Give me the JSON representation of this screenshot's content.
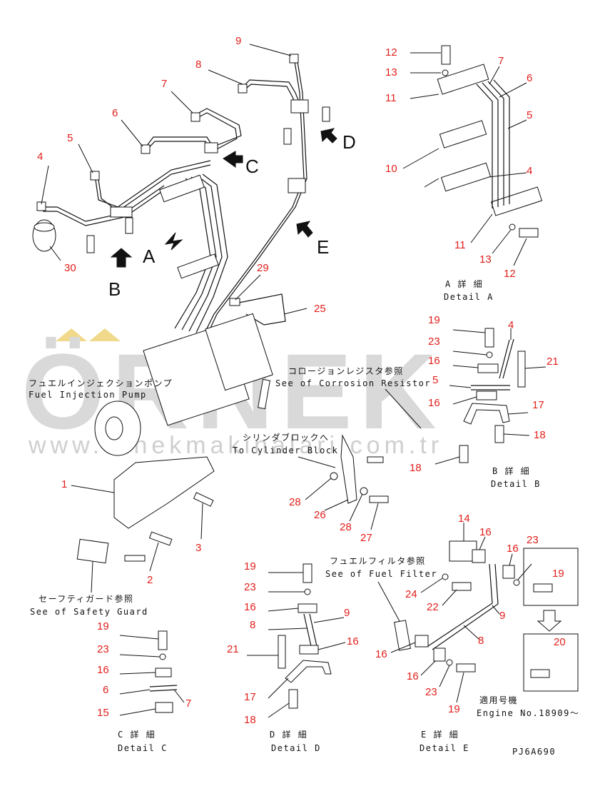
{
  "watermark": {
    "brand": "ÖRNEK",
    "url": "www.ornekmakinalari.com.tr",
    "accent_color": "#f0d98a",
    "text_color": "#d9d9d9"
  },
  "colors": {
    "callout": "#e0201c",
    "line": "#111111"
  },
  "view_arrows": [
    {
      "letter": "A"
    },
    {
      "letter": "B"
    },
    {
      "letter": "C"
    },
    {
      "letter": "D"
    },
    {
      "letter": "E"
    }
  ],
  "callouts": {
    "main": [
      "9",
      "8",
      "7",
      "6",
      "5",
      "4",
      "30",
      "29",
      "25",
      "1",
      "2",
      "3",
      "26",
      "27",
      "28",
      "28"
    ],
    "detail_a": [
      "12",
      "13",
      "11",
      "7",
      "6",
      "5",
      "10",
      "4",
      "11",
      "13",
      "12"
    ],
    "detail_b": [
      "19",
      "4",
      "23",
      "16",
      "5",
      "16",
      "21",
      "17",
      "18",
      "18"
    ],
    "detail_c": [
      "19",
      "23",
      "16",
      "6",
      "7",
      "15"
    ],
    "detail_d": [
      "19",
      "23",
      "16",
      "9",
      "8",
      "21",
      "16",
      "17",
      "18"
    ],
    "detail_e": [
      "14",
      "16",
      "16",
      "23",
      "19",
      "24",
      "22",
      "9",
      "8",
      "16",
      "16",
      "23",
      "19",
      "20"
    ]
  },
  "notes": {
    "fuel_pump_jp": "フュエルインジェクションポンプ",
    "fuel_pump_en": "Fuel Injection Pump",
    "corrosion_jp": "コロージョンレジスタ参照",
    "corrosion_en": "See of Corrosion Resistor",
    "cylinder_jp": "シリンダブロックへ",
    "cylinder_en": "To Cylinder Block",
    "safety_jp": "セーフティガード参照",
    "safety_en": "See of Safety Guard",
    "filter_jp": "フュエルフィルタ参照",
    "filter_en": "See of Fuel Filter",
    "applicable_jp": "適用号機",
    "applicable_en": "Engine No.18909～"
  },
  "details": {
    "a": {
      "jp": "A 詳 細",
      "en": "Detail A"
    },
    "b": {
      "jp": "B 詳 細",
      "en": "Detail B"
    },
    "c": {
      "jp": "C 詳 細",
      "en": "Detail C"
    },
    "d": {
      "jp": "D 詳 細",
      "en": "Detail D"
    },
    "e": {
      "jp": "E 詳 細",
      "en": "Detail E"
    }
  },
  "drawing_code": "PJ6A690"
}
